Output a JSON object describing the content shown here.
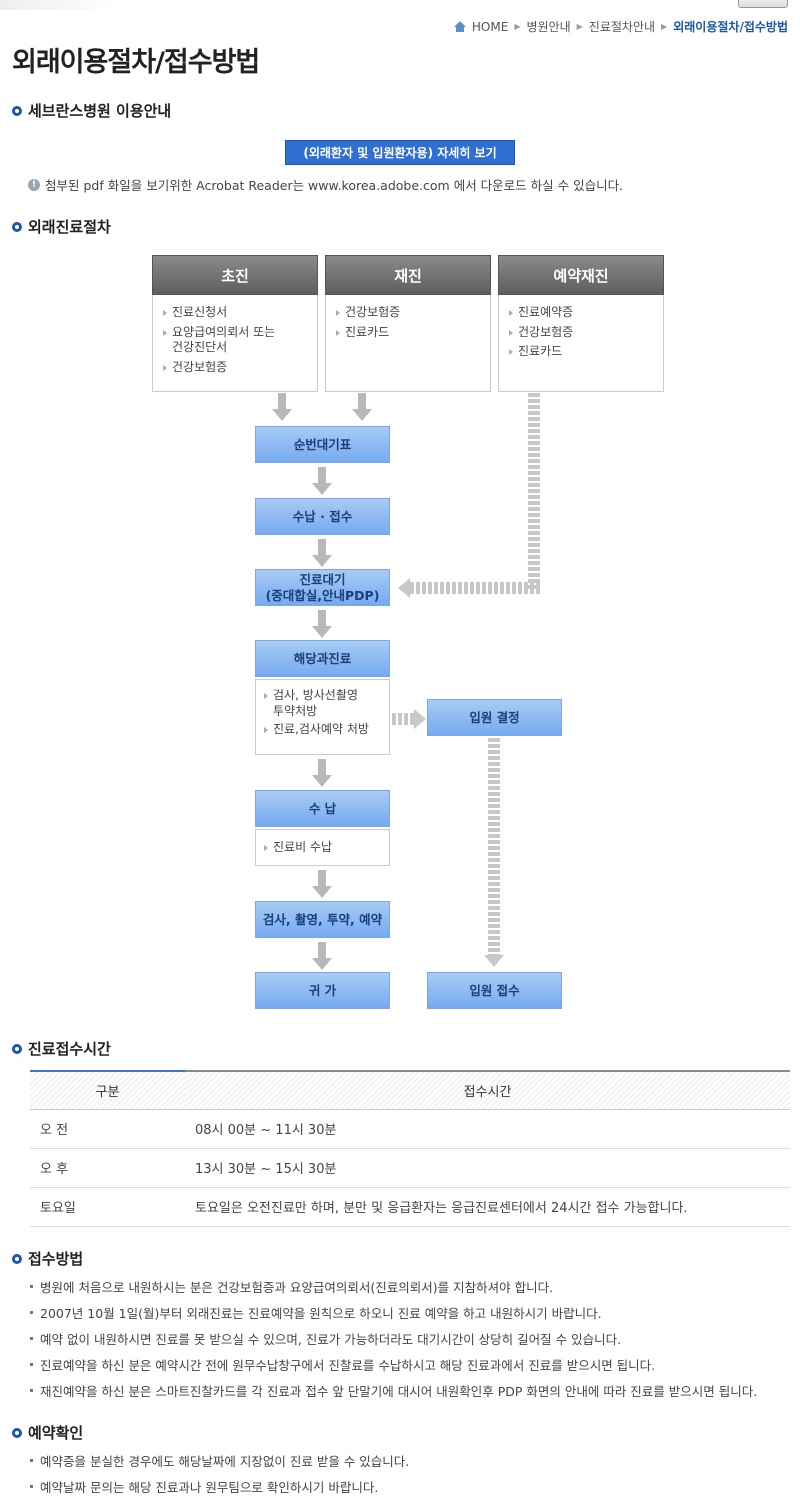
{
  "breadcrumb": {
    "home": "HOME",
    "items": [
      "병원안내",
      "진료절차안내"
    ],
    "current": "외래이용절차/접수방법"
  },
  "page_title": "외래이용절차/접수방법",
  "section_guide": {
    "title": "세브란스병원 이용안내",
    "button_label": "(외래환자 및 입원환자용) 자세히 보기",
    "notice": "첨부된 pdf 화일을 보기위한 Acrobat Reader는 www.korea.adobe.com 에서 다운로드 하실 수 있습니다."
  },
  "section_flow": {
    "title": "외래진료절차",
    "columns": [
      {
        "head": "초진",
        "items": [
          "진료신청서",
          "요양급여의뢰서 또는\n건강진단서",
          "건강보험증"
        ]
      },
      {
        "head": "재진",
        "items": [
          "건강보험증",
          "진료카드"
        ]
      },
      {
        "head": "예약재진",
        "items": [
          "진료예약증",
          "건강보험증",
          "진료카드"
        ]
      }
    ],
    "steps": {
      "s1": "순번대기표",
      "s2": "수납 · 접수",
      "s3": "진료대기\n(중대합실,안내PDP)",
      "s4": "해당과진료",
      "s4_items": [
        "검사, 방사선촬영\n투약처방",
        "진료,검사예약 처방"
      ],
      "admit_decision": "입원 결정",
      "s5": "수 납",
      "s5_items": [
        "진료비 수납"
      ],
      "s6": "검사, 촬영, 투약, 예약",
      "s7": "귀 가",
      "admit_reception": "입원 접수"
    }
  },
  "section_hours": {
    "title": "진료접수시간",
    "headers": [
      "구분",
      "접수시간"
    ],
    "rows": [
      [
        "오 전",
        "08시 00분 ~ 11시 30분"
      ],
      [
        "오 후",
        "13시 30분 ~ 15시 30분"
      ],
      [
        "토요일",
        "토요일은 오전진료만 하며, 분만 및 응급환자는 응급진료센터에서 24시간 접수 가능합니다."
      ]
    ]
  },
  "section_method": {
    "title": "접수방법",
    "items": [
      "병원에 처음으로 내원하시는 분은 건강보험증과 요양급여의뢰서(진료의뢰서)를 지참하셔야 합니다.",
      "2007년 10월 1일(월)부터 외래진료는 진료예약을 원칙으로 하오니 진료 예약을 하고 내원하시기 바랍니다.",
      "예약 없이 내원하시면 진료를 못 받으실 수 있으며, 진료가 가능하더라도 대기시간이 상당히 길어질 수 있습니다.",
      "진료예약을 하신 분은 예약시간 전에 원무수납창구에서 진찰료를 수납하시고 해당 진료과에서 진료를 받으시면 됩니다.",
      "재진예약을 하신 분은 스마트진찰카드를 각 진료과 접수 앞 단말기에 대시어 내원확인후 PDP 화면의 안내에 따라 진료를 받으시면 됩니다."
    ]
  },
  "section_confirm": {
    "title": "예약확인",
    "items": [
      "예약증을 분실한 경우에도 해당날짜에 지장없이 진료 받을 수 있습니다.",
      "예약날짜 문의는 해당 진료과나 원무팀으로 확인하시기 바랍니다."
    ]
  }
}
